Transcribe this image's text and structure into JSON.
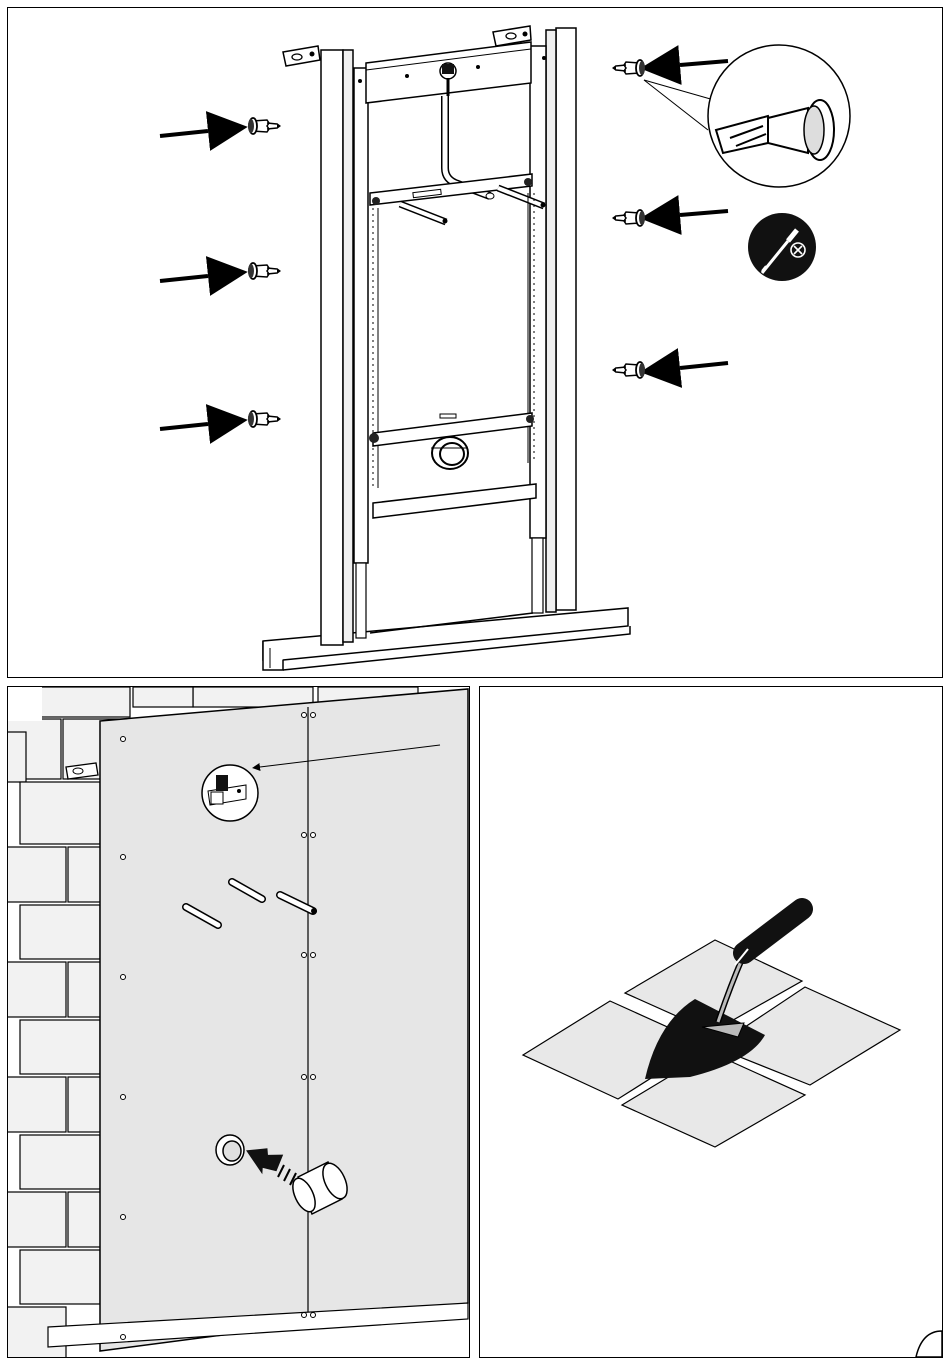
{
  "document": {
    "type": "installation-instructions",
    "steps": [
      {
        "name": "mount-frame-to-wall",
        "icons": [
          "screw-icon",
          "arrow-icon",
          "drill-bit-detail",
          "screwdriver-prohibited-icon"
        ]
      },
      {
        "name": "attach-cover-board",
        "icons": [
          "brick-wall",
          "cover-board",
          "valve-cutout",
          "pipe-stubs",
          "drain-plug",
          "push-arrow-icon"
        ]
      },
      {
        "name": "apply-tile-adhesive",
        "icons": [
          "trowel-icon",
          "tiles"
        ]
      }
    ],
    "colors": {
      "line": "#000000",
      "panel_fill": "#e6e6e6",
      "tile_fill": "#e8e8e8",
      "frame_fill": "#f4f4f4",
      "dark_fill": "#111111"
    }
  }
}
